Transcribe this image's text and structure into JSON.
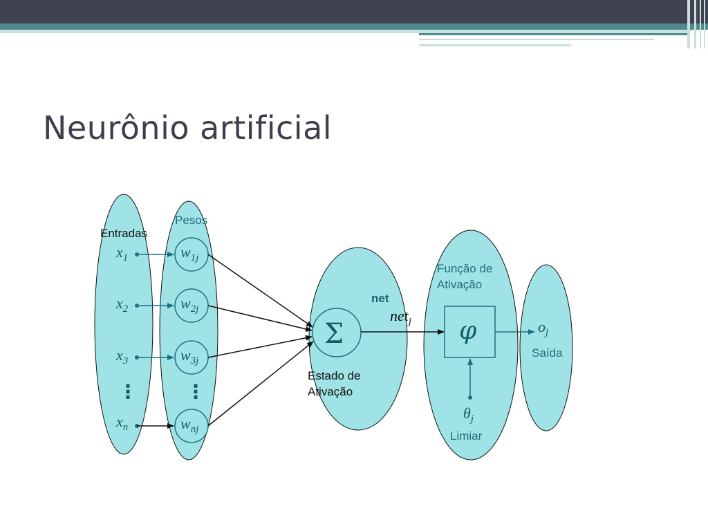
{
  "slide": {
    "title": "Neurônio artificial"
  },
  "colors": {
    "header_dark": "#41424f",
    "header_teal": "#4e8a8c",
    "header_light": "#c9dede",
    "ellipse_fill": "#9fe3e6",
    "title": "#3e3d4e",
    "stroke": "#1d7080"
  },
  "diagram": {
    "group_labels": {
      "inputs": "Entradas",
      "weights": "Pesos",
      "net": "net",
      "activation_state": [
        "Estado de",
        "Ativação"
      ],
      "activation_function": [
        "Função de",
        "Ativação"
      ],
      "threshold": "Limiar",
      "output": "Saída"
    },
    "inputs": [
      {
        "symbol": "x",
        "index": "1"
      },
      {
        "symbol": "x",
        "index": "2"
      },
      {
        "symbol": "x",
        "index": "3"
      },
      {
        "symbol": "x",
        "index": "n"
      }
    ],
    "weights": [
      {
        "symbol": "w",
        "index": "1j"
      },
      {
        "symbol": "w",
        "index": "2j"
      },
      {
        "symbol": "w",
        "index": "3j"
      },
      {
        "symbol": "w",
        "index": "nj"
      }
    ],
    "ellipsis": "⋮",
    "sum_symbol": "Σ",
    "net_symbol": {
      "symbol": "net",
      "index": "j"
    },
    "activation_symbol": "φ",
    "threshold_symbol": {
      "symbol": "θ",
      "index": "j"
    },
    "output_symbol": {
      "symbol": "o",
      "index": "j"
    }
  }
}
